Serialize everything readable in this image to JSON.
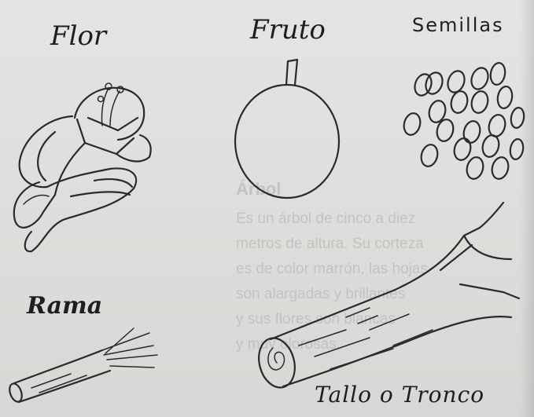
{
  "labels": {
    "flor": "Flor",
    "fruto": "Fruto",
    "semillas": "Semillas",
    "rama": "Rama",
    "tallo": "Tallo o Tronco"
  },
  "background_text": {
    "title": "Árbol",
    "lines": [
      "Es un árbol de cinco a diez",
      "metros de altura. Su corteza",
      "es de color marrón, las hojas",
      "son alargadas y brillantes",
      "y sus flores son blancas",
      "y muy olorosas."
    ]
  },
  "colors": {
    "paper": "#dcdedb",
    "ink": "#2a2a2a",
    "ghost_text": "#b9bbb8"
  }
}
